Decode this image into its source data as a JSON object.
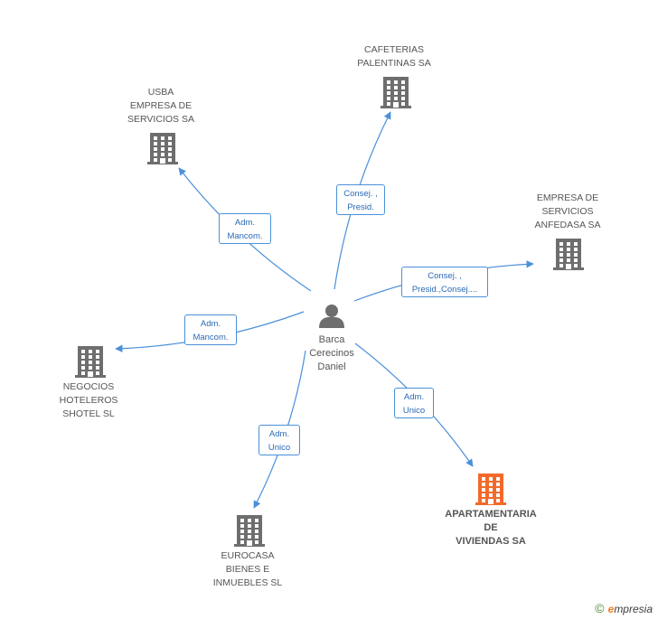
{
  "colors": {
    "line": "#4a90d9",
    "building": "#6e6e6e",
    "building_highlight": "#f26a2b",
    "person": "#6e6e6e"
  },
  "center": {
    "name": "Barca\nCerecinos\nDaniel",
    "icon": "person-icon"
  },
  "companies": [
    {
      "id": "cafeterias",
      "name": "CAFETERIAS\nPALENTINAS SA",
      "icon": "building-icon",
      "highlight": false
    },
    {
      "id": "usba",
      "name": "USBA\nEMPRESA DE\nSERVICIOS SA",
      "icon": "building-icon",
      "highlight": false
    },
    {
      "id": "anfedasa",
      "name": "EMPRESA DE\nSERVICIOS\nANFEDASA SA",
      "icon": "building-icon",
      "highlight": false
    },
    {
      "id": "shotel",
      "name": "NEGOCIOS\nHOTELEROS\nSHOTEL SL",
      "icon": "building-icon",
      "highlight": false
    },
    {
      "id": "eurocasa",
      "name": "EUROCASA\nBIENES E\nINMUEBLES SL",
      "icon": "building-icon",
      "highlight": false
    },
    {
      "id": "apartamentaria",
      "name": "APARTAMENTARIA\nDE\nVIVIENDAS SA",
      "icon": "building-icon",
      "highlight": true
    }
  ],
  "relations": [
    {
      "to": "cafeterias",
      "label": "Consej. ,\nPresid."
    },
    {
      "to": "usba",
      "label": "Adm.\nMancom."
    },
    {
      "to": "anfedasa",
      "label": "Consej. ,\nPresid.,Consej...."
    },
    {
      "to": "shotel",
      "label": "Adm.\nMancom."
    },
    {
      "to": "eurocasa",
      "label": "Adm.\nUnico"
    },
    {
      "to": "apartamentaria",
      "label": "Adm.\nUnico"
    }
  ],
  "footer": {
    "copyright": "©",
    "brand_initial": "e",
    "brand_rest": "mpresia"
  }
}
